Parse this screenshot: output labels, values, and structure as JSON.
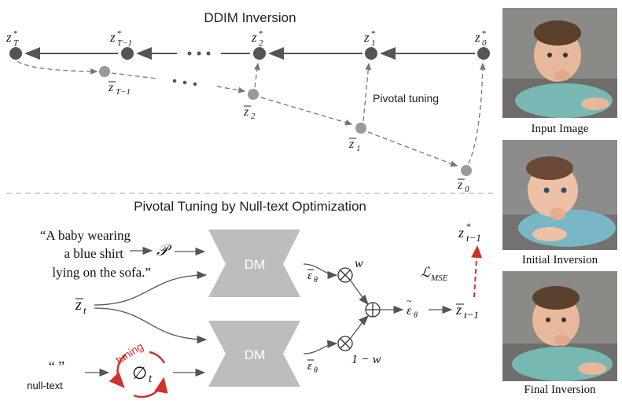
{
  "top_title": "DDIM Inversion",
  "bottom_title": "Pivotal Tuning by Null-text Optimization",
  "pivotal_label": "Pivotal tuning",
  "prompt_lines": [
    "“A baby wearing",
    "a blue shirt",
    "lying on the sofa.”"
  ],
  "null_quotes": "“ ”",
  "null_label": "null-text",
  "tuning_label": "tuning",
  "dm_label": "DM",
  "captions": [
    "Input Image",
    "Initial Inversion",
    "Final Inversion"
  ],
  "colors": {
    "node": "#555555",
    "bar_node": "#9a9a9a",
    "dm_box": "#bdbdbd",
    "red": "#d0312d",
    "arrow": "#555555"
  },
  "icons": {
    "null_symbol": "empty-set",
    "mult": "circled-times",
    "plus": "circled-plus"
  }
}
